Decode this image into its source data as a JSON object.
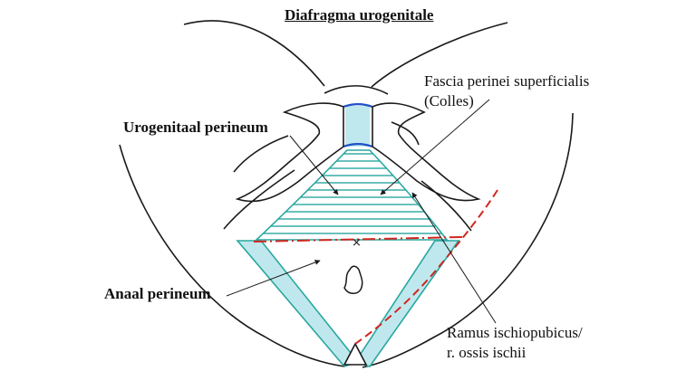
{
  "title": "Diafragma urogenitale",
  "labels": {
    "urogenital": "Urogenitaal perineum",
    "anal": "Anaal perineum",
    "fascia_line1": "Fascia perinei superficialis",
    "fascia_line2": "(Colles)",
    "ramus_line1": "Ramus ischiopubicus/",
    "ramus_line2": "r. ossis ischii"
  },
  "colors": {
    "outline": "#1a1a1a",
    "teal": "#2aa7a0",
    "teal_fill": "#bfe8ee",
    "blue": "#1f4fc7",
    "red": "#d0261f"
  }
}
